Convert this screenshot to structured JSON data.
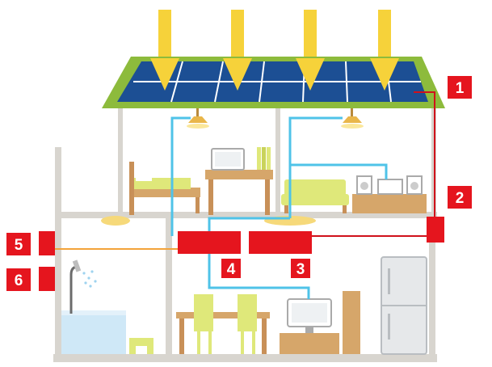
{
  "colors": {
    "roof": "#8dbb3c",
    "solar_panel": "#1c4f94",
    "sun_arrow": "#f6d23a",
    "wall": "#d8d5cf",
    "floor": "#cfc9bf",
    "label_box": "#e5151e",
    "dc_line": "#d0111b",
    "comm_line": "#4fc3e8",
    "orange_line": "#f3a33a",
    "furniture_wood": "#d6a66a",
    "furniture_green": "#dfe87a"
  },
  "labels": [
    "1",
    "2",
    "3",
    "4",
    "5",
    "6"
  ],
  "icons": [
    "sun-arrow-icon",
    "ceiling-lamp-icon",
    "bed-icon",
    "computer-icon",
    "books-icon",
    "sofa-icon",
    "stereo-icon",
    "shower-icon",
    "bathtub-icon",
    "stool-icon",
    "chair-icon",
    "table-icon",
    "tv-icon",
    "cabinet-icon",
    "refrigerator-icon"
  ]
}
